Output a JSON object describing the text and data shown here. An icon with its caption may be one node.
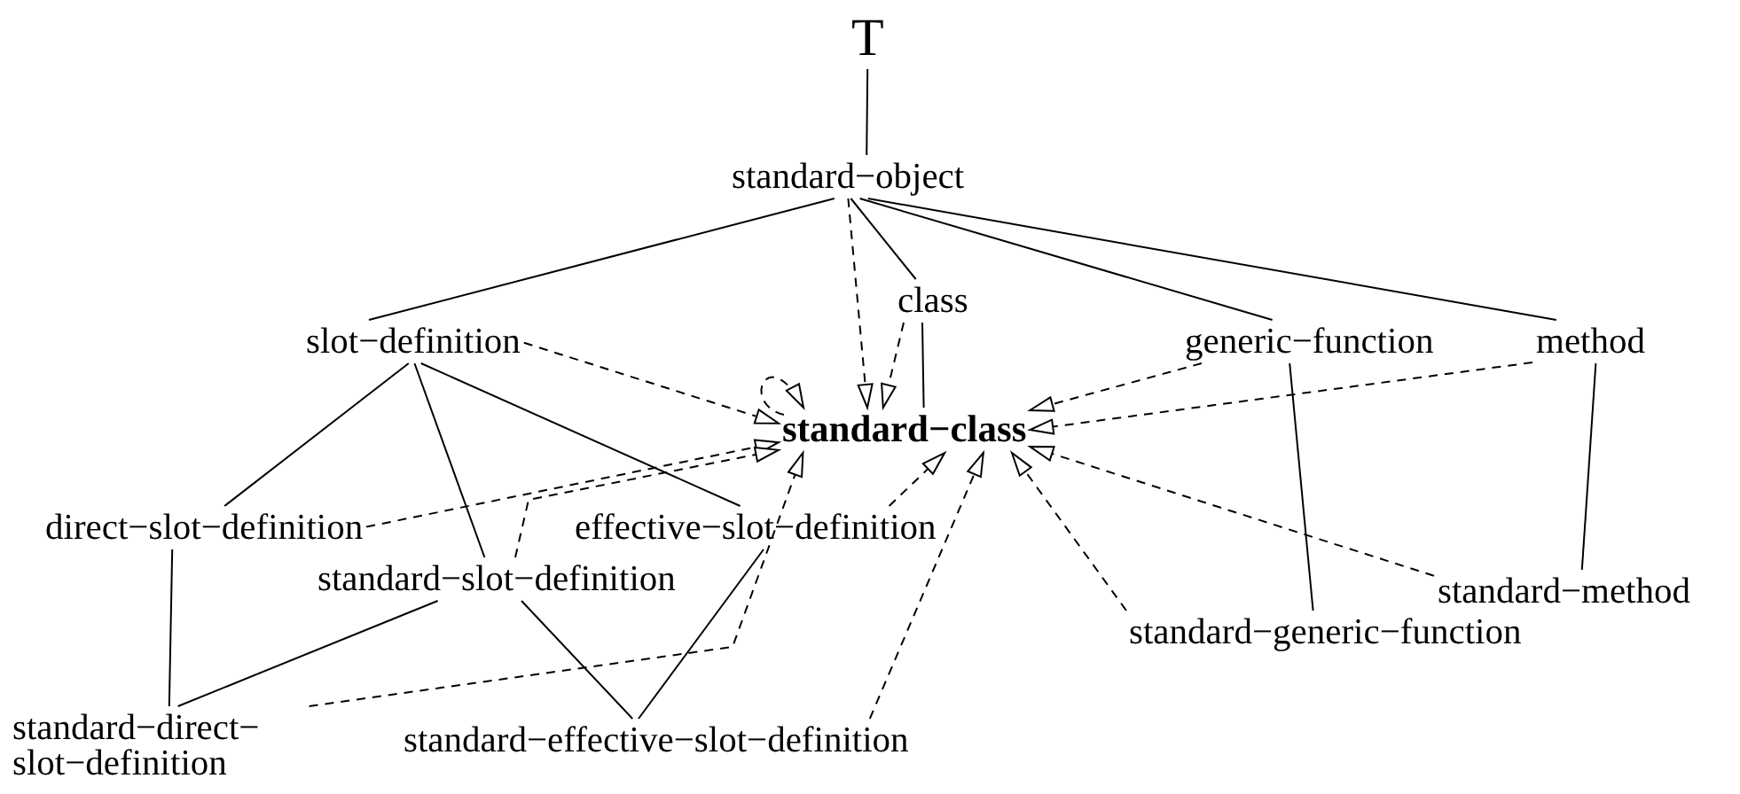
{
  "diagram": {
    "nodes": [
      {
        "text": [
          "T"
        ]
      },
      {
        "text": [
          "standard−object"
        ]
      },
      {
        "text": [
          "class"
        ]
      },
      {
        "text": [
          "slot−definition"
        ]
      },
      {
        "text": [
          "standard−class"
        ]
      },
      {
        "text": [
          "generic−function"
        ]
      },
      {
        "text": [
          "method"
        ]
      },
      {
        "text": [
          "direct−slot−definition"
        ]
      },
      {
        "text": [
          "effective−slot−definition"
        ]
      },
      {
        "text": [
          "standard−slot−definition"
        ]
      },
      {
        "text": [
          "standard−method"
        ]
      },
      {
        "text": [
          "standard−generic−function"
        ]
      },
      {
        "text": [
          "standard−direct− slot−definition"
        ]
      },
      {
        "text": [
          "standard−effective−slot−definition"
        ]
      }
    ],
    "edges": [
      {
        "from": 0,
        "to": 1,
        "arrow": "none"
      },
      {
        "from": 1,
        "to": 3,
        "arrow": "none"
      },
      {
        "from": 1,
        "to": 2,
        "arrow": "none"
      },
      {
        "from": 1,
        "to": 5,
        "arrow": "none"
      },
      {
        "from": 1,
        "to": 6,
        "arrow": "none"
      },
      {
        "from": 2,
        "to": 4,
        "arrow": "none"
      },
      {
        "from": 3,
        "to": 7,
        "arrow": "none"
      },
      {
        "from": 3,
        "to": 9,
        "arrow": "none"
      },
      {
        "from": 3,
        "to": 8,
        "arrow": "none"
      },
      {
        "from": 7,
        "to": 12,
        "arrow": "none"
      },
      {
        "from": 9,
        "to": 12,
        "arrow": "none"
      },
      {
        "from": 9,
        "to": 13,
        "arrow": "none"
      },
      {
        "from": 8,
        "to": 13,
        "arrow": "none"
      },
      {
        "from": 5,
        "to": 11,
        "arrow": "none"
      },
      {
        "from": 6,
        "to": 10,
        "arrow": "none"
      },
      {
        "from": 1,
        "to": 4,
        "arrow": "to",
        "style": "dashed"
      },
      {
        "from": 2,
        "to": 4,
        "arrow": "to",
        "style": "dashed"
      },
      {
        "from": 3,
        "to": 4,
        "arrow": "to",
        "style": "dashed"
      },
      {
        "from": 4,
        "to": 4,
        "arrow": "to",
        "style": "dashed"
      },
      {
        "from": 5,
        "to": 4,
        "arrow": "to",
        "style": "dashed"
      },
      {
        "from": 6,
        "to": 4,
        "arrow": "to",
        "style": "dashed"
      },
      {
        "from": 7,
        "to": 4,
        "arrow": "to",
        "style": "dashed"
      },
      {
        "from": 9,
        "to": 4,
        "arrow": "to",
        "style": "dashed"
      },
      {
        "from": 8,
        "to": 4,
        "arrow": "to",
        "style": "dashed"
      },
      {
        "from": 12,
        "to": 4,
        "arrow": "to",
        "style": "dashed"
      },
      {
        "from": 13,
        "to": 4,
        "arrow": "to",
        "style": "dashed"
      },
      {
        "from": 11,
        "to": 4,
        "arrow": "to",
        "style": "dashed"
      },
      {
        "from": 10,
        "to": 4,
        "arrow": "to",
        "style": "dashed"
      }
    ]
  }
}
